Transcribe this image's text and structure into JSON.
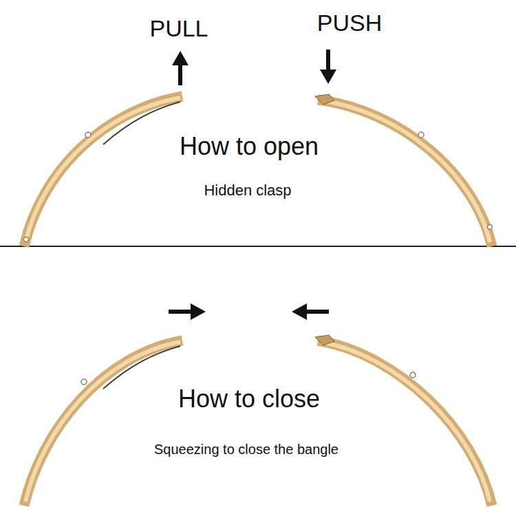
{
  "diagram": {
    "labels": [
      "PULL",
      "PUSH",
      "How to open",
      "Hidden clasp",
      "How to close",
      "Squeezing to close the bangle"
    ]
  }
}
